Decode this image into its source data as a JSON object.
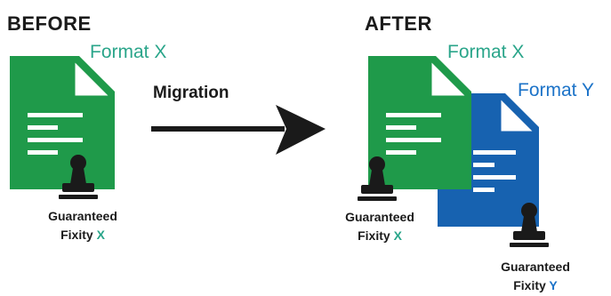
{
  "before": {
    "heading": "BEFORE",
    "format_label": "Format X",
    "fixity_line1": "Guaranteed",
    "fixity_line2_prefix": "Fixity ",
    "fixity_line2_letter": "X"
  },
  "migration": {
    "label": "Migration"
  },
  "after": {
    "heading": "AFTER",
    "format_x_label": "Format X",
    "format_y_label": "Format Y",
    "fixity_x_line1": "Guaranteed",
    "fixity_x_line2_prefix": "Fixity ",
    "fixity_x_line2_letter": "X",
    "fixity_y_line1": "Guaranteed",
    "fixity_y_line2_prefix": "Fixity ",
    "fixity_y_line2_letter": "Y"
  },
  "colors": {
    "green": "#1f9a4a",
    "green_text": "#2aa58a",
    "blue": "#1762b0",
    "blue_text": "#1c73c8",
    "dark": "#1a1a1a"
  },
  "icons": [
    "document-icon",
    "stamp-icon",
    "arrow-right-icon"
  ]
}
